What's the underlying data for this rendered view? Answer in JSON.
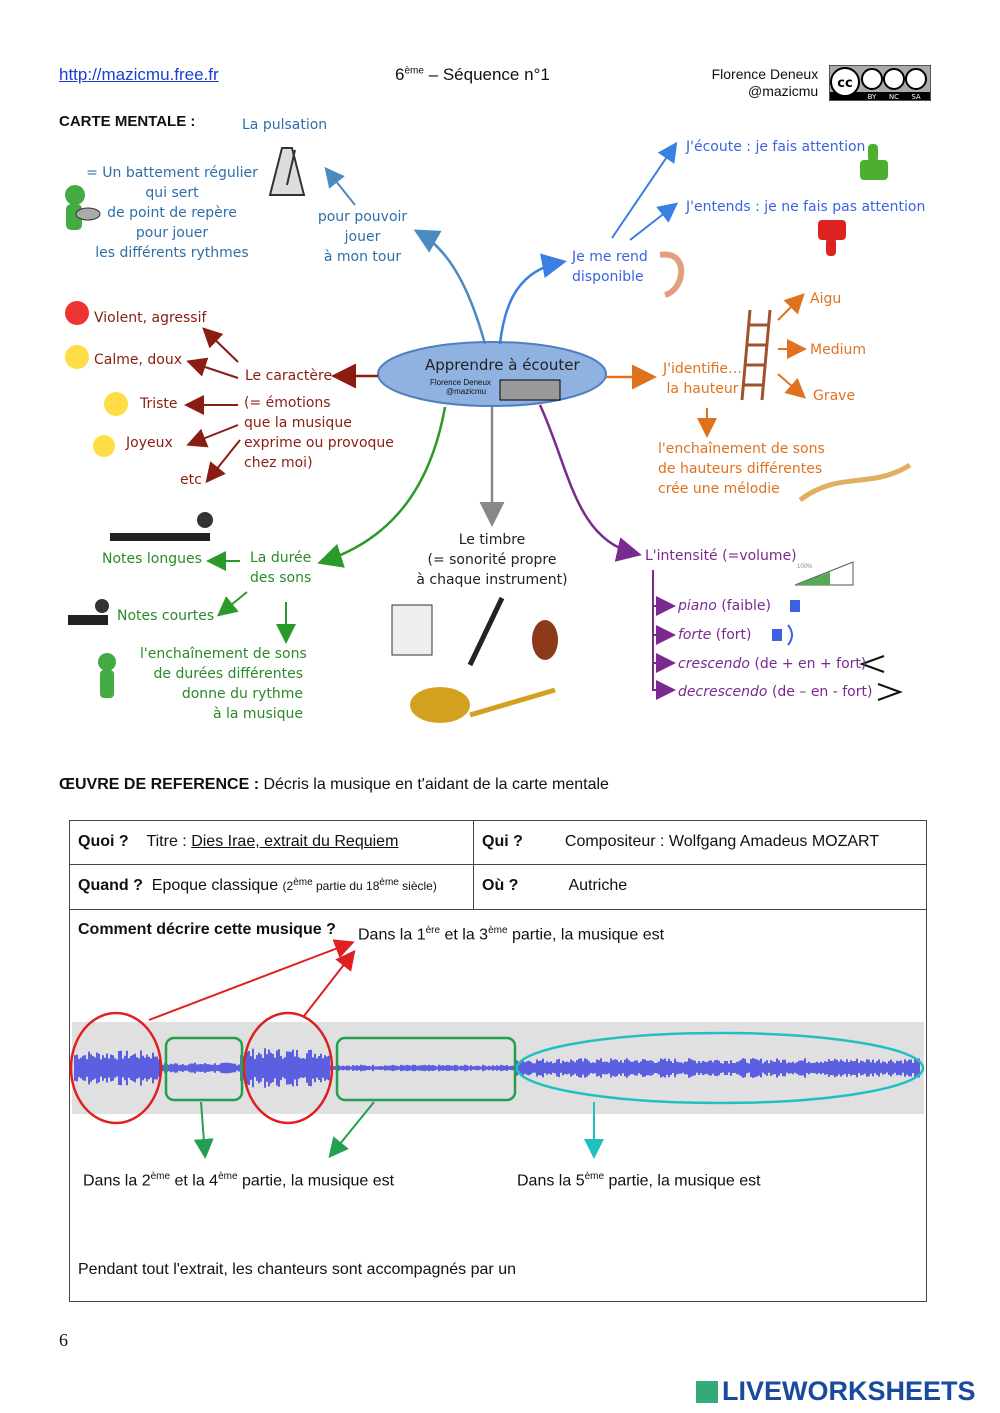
{
  "header": {
    "url": "http://mazicmu.free.fr",
    "sequence_prefix": "6",
    "sequence_sup": "ème",
    "sequence_rest": " – Séquence n°1",
    "author": "Florence Deneux",
    "handle": "@mazicmu",
    "license_labels": [
      "BY",
      "NC",
      "SA"
    ]
  },
  "mindmap": {
    "heading": "CARTE MENTALE :",
    "center": {
      "title": "Apprendre à écouter",
      "sub1": "Florence Deneux",
      "sub2": "@mazicmu"
    },
    "pulsation": {
      "title": "La pulsation",
      "definition": [
        "= Un battement régulier",
        "qui sert",
        "de point de repère",
        "pour jouer",
        "les différents rythmes"
      ],
      "purpose": [
        "pour pouvoir",
        "jouer",
        "à mon tour"
      ]
    },
    "disponible": {
      "title": [
        "Je me rend",
        "disponible"
      ],
      "ecoute": "J'écoute : je fais attention",
      "entends": "J'entends : je ne fais pas attention"
    },
    "caractere": {
      "title": "Le caractère",
      "definition": [
        "(= émotions",
        "que la musique",
        "exprime ou provoque",
        "chez moi)"
      ],
      "items": [
        "Violent, agressif",
        "Calme, doux",
        "Triste",
        "Joyeux",
        "etc"
      ]
    },
    "hauteur": {
      "title": [
        "J'identifie…",
        "la hauteur"
      ],
      "levels": [
        "Aigu",
        "Medium",
        "Grave"
      ],
      "melodie": [
        "l'enchaînement de sons",
        "de hauteurs différentes",
        "crée une mélodie"
      ]
    },
    "duree": {
      "title": [
        "La durée",
        "des sons"
      ],
      "longues": "Notes longues",
      "courtes": "Notes courtes",
      "rythme": [
        "l'enchaînement de sons",
        "de durées différentes",
        "donne du rythme",
        "à la musique"
      ]
    },
    "timbre": {
      "lines": [
        "Le timbre",
        "(= sonorité propre",
        "à chaque instrument)"
      ]
    },
    "intensite": {
      "title": "L'intensité (=volume)",
      "volume_label": "100%",
      "items": [
        {
          "term": "piano",
          "rest": " (faible)",
          "symbol": ""
        },
        {
          "term": "forte",
          "rest": " (fort)",
          "symbol": ""
        },
        {
          "term": "crescendo",
          "rest": " (de + en + fort)",
          "symbol": "<"
        },
        {
          "term": "decrescendo",
          "rest": " (de – en - fort)",
          "symbol": ">"
        }
      ]
    }
  },
  "oeuvre": {
    "label": "ŒUVRE DE REFERENCE :",
    "instruction": " Décris la musique en t'aidant de la carte mentale"
  },
  "table": {
    "quoi_label": "Quoi ?",
    "titre_prefix": "Titre : ",
    "titre_value": "Dies Irae, extrait du Requiem",
    "qui_label": "Qui ?",
    "compositeur": "Compositeur : Wolfgang Amadeus MOZART",
    "quand_label": "Quand ?",
    "epoque": "Epoque classique ",
    "epoque_detail": [
      "(2",
      "ème",
      " partie du 18",
      "ème",
      " siècle)"
    ],
    "ou_label": "Où ?",
    "lieu": "Autriche",
    "comment_label": "Comment décrire cette musique ?",
    "part13": [
      "Dans la 1",
      "ère",
      " et la 3",
      "ème",
      " partie, la musique est"
    ],
    "part24": [
      "Dans la 2",
      "ème",
      " et la 4",
      "ème",
      " partie, la musique est"
    ],
    "part5": [
      "Dans la 5",
      "ème",
      " partie, la musique est"
    ],
    "accompagnes": "Pendant tout l'extrait, les chanteurs sont accompagnés par un"
  },
  "footer": {
    "page_number": "6",
    "brand": "LIVEWORKSHEETS"
  },
  "colors": {
    "blue": "#3b63e0",
    "red": "#8a1d12",
    "green": "#2a8a2a",
    "orange": "#e0721f",
    "purple": "#7a2a8e",
    "wave": "#3a3ee0"
  }
}
